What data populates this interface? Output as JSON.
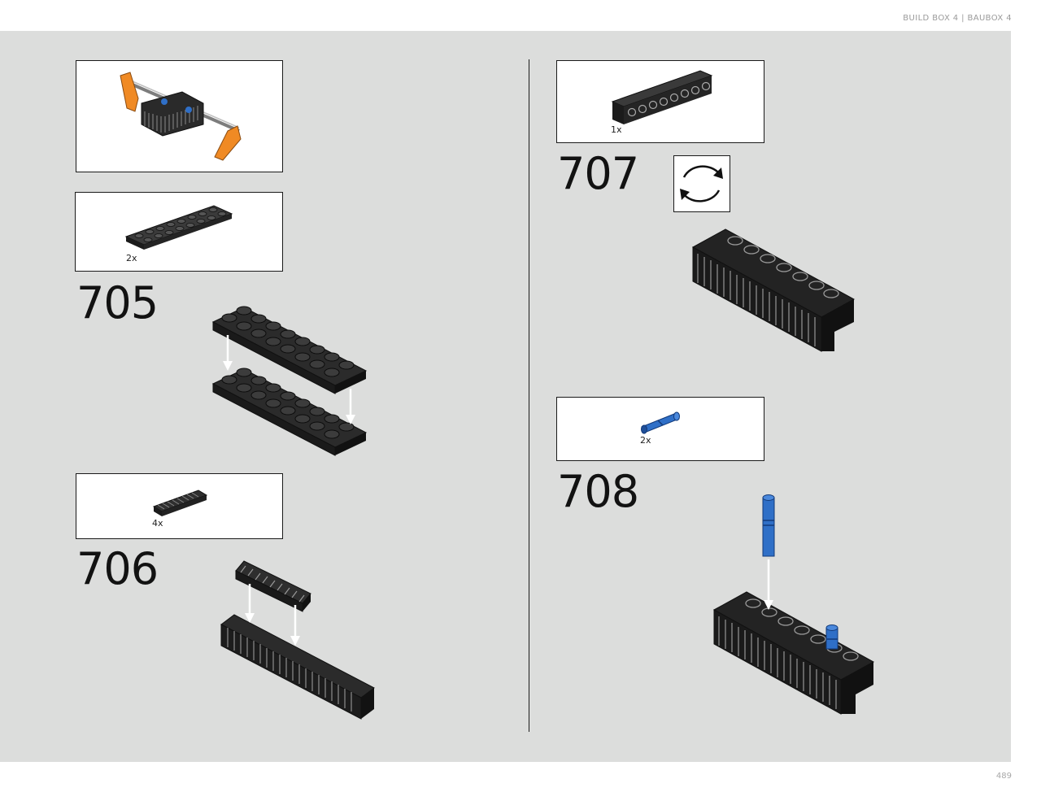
{
  "header": {
    "text": "BUILD BOX 4  |  BAUBOX 4"
  },
  "page": {
    "number": "489"
  },
  "steps": {
    "s705": {
      "number": "705",
      "part_qty": "2x"
    },
    "s706": {
      "number": "706",
      "part_qty": "4x"
    },
    "s707": {
      "number": "707",
      "part_qty": "1x"
    },
    "s708": {
      "number": "708",
      "part_qty": "2x"
    }
  },
  "icons": {
    "rotate": "rotate-model-icon",
    "arrow": "down-arrow-icon"
  },
  "colors": {
    "background_panel": "#dcdddc",
    "brick_dark": "#1f1f1f",
    "accent_orange": "#f08a24",
    "accent_blue": "#2f6fc7"
  }
}
